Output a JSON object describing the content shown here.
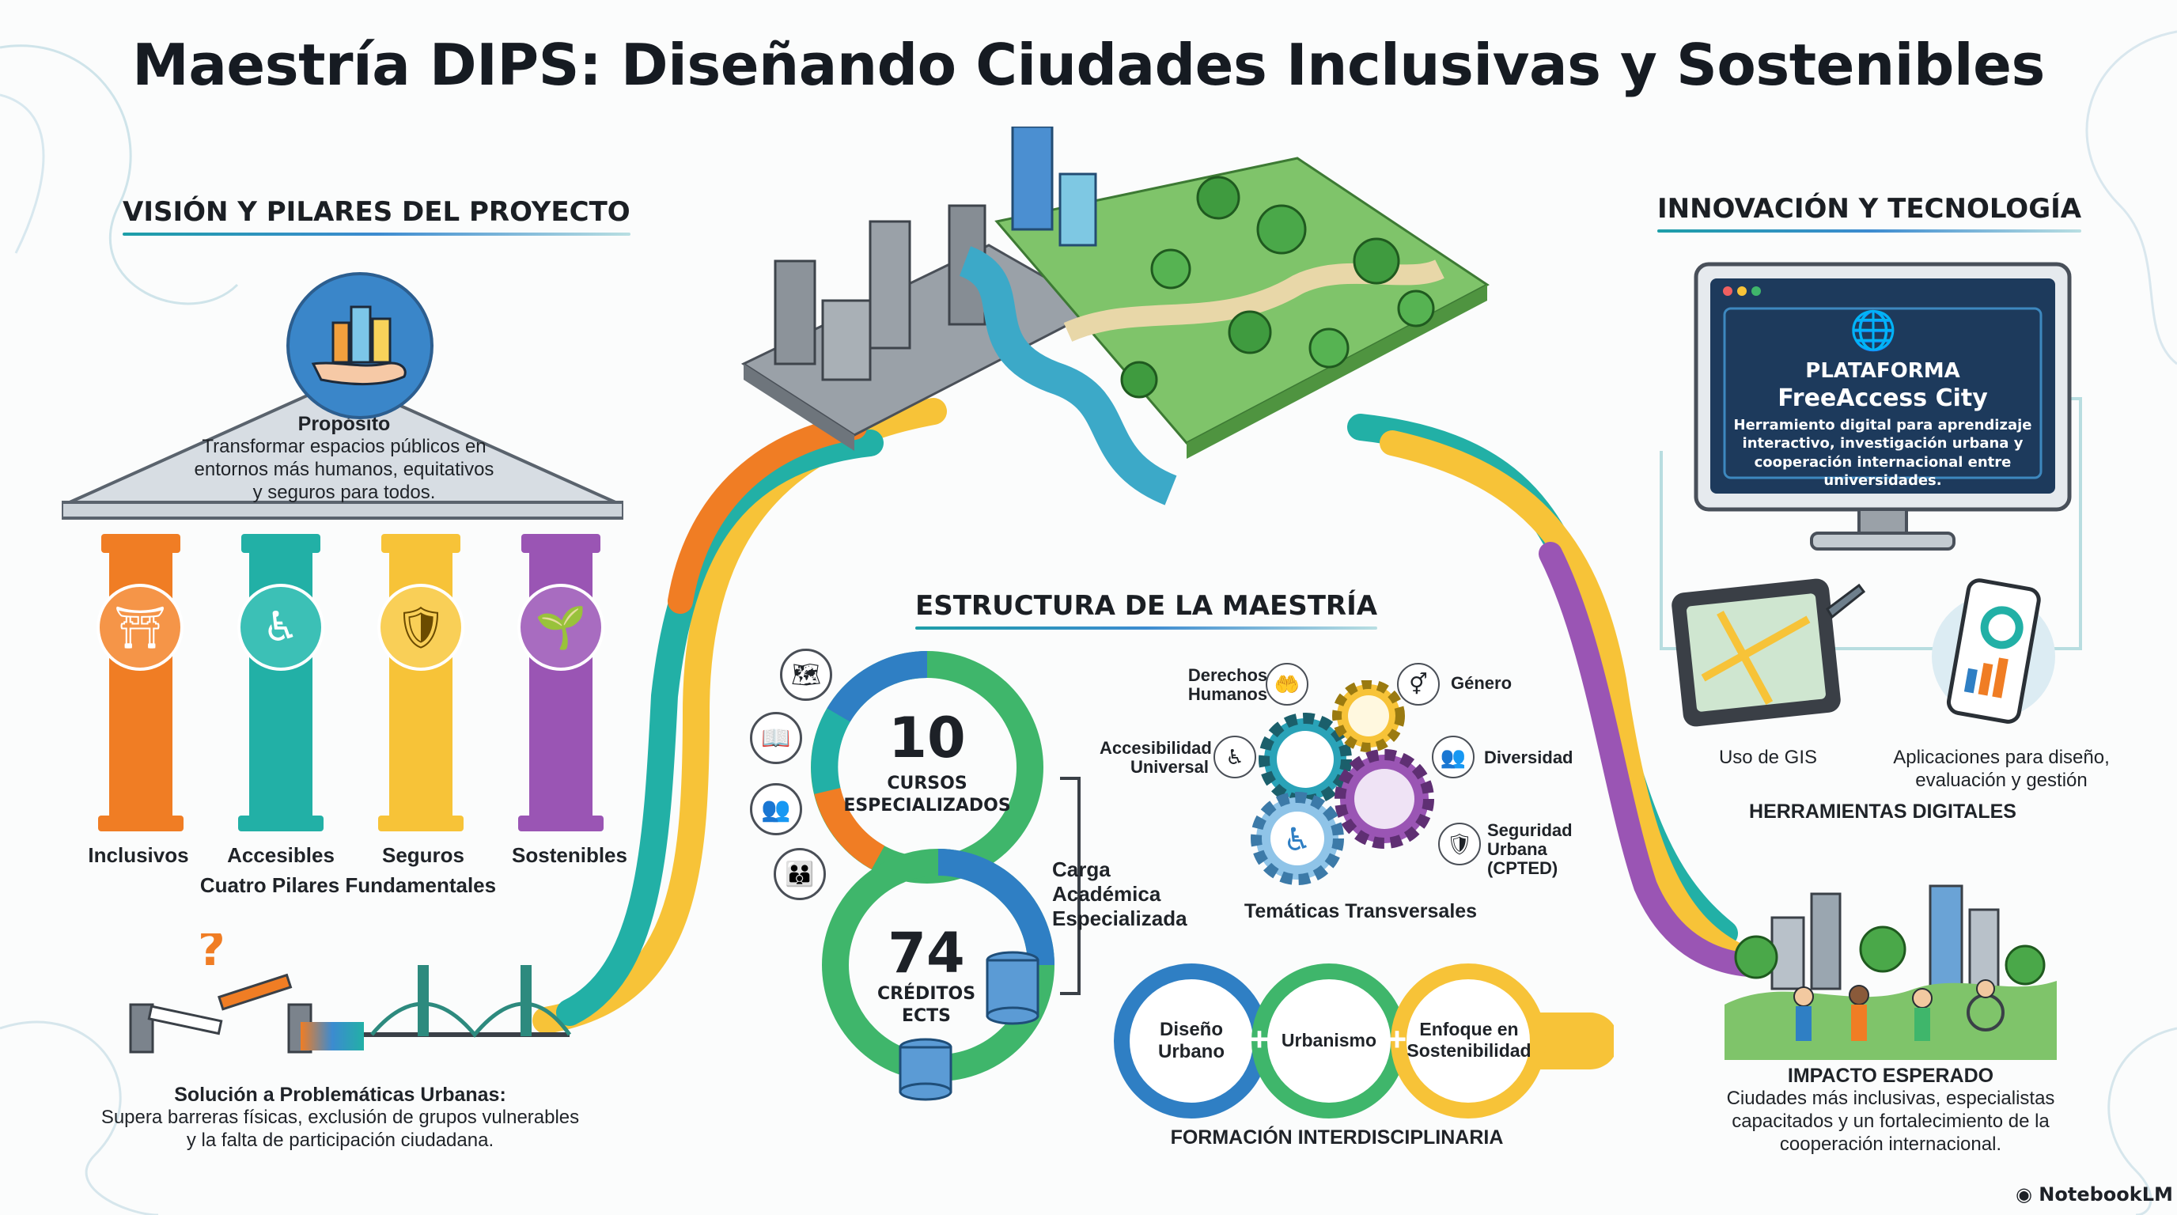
{
  "title": "Maestría DIPS: Diseñando Ciudades Inclusivas y Sostenibles",
  "vision": {
    "heading": "VISIÓN Y PILARES DEL PROYECTO",
    "purpose_title": "Propósito",
    "purpose_lines": [
      "Transformar espacios públicos en",
      "entornos más humanos, equitativos",
      "y seguros para todos."
    ],
    "pillars": [
      "Inclusivos",
      "Accesibles",
      "Seguros",
      "Sostenibles"
    ],
    "pillars_caption": "Cuatro Pilares Fundamentales",
    "solution_title": "Solución a Problemáticas Urbanas:",
    "solution_lines": [
      "Supera barreras físicas, exclusión de grupos vulnerables",
      "y la falta de participación ciudadana."
    ]
  },
  "structure": {
    "heading": "ESTRUCTURA DE LA MAESTRÍA",
    "courses_number": "10",
    "courses_label_1": "CURSOS",
    "courses_label_2": "ESPECIALIZADOS",
    "credits_number": "74",
    "credits_label_1": "CRÉDITOS",
    "credits_label_2": "ECTS",
    "workload_lines": [
      "Carga",
      "Académica",
      "Especializada"
    ],
    "themes": {
      "derechos": [
        "Derechos",
        "Humanos"
      ],
      "genero": "Género",
      "accesibilidad": [
        "Accesibilidad",
        "Universal"
      ],
      "diversidad": "Diversidad",
      "seguridad": [
        "Seguridad",
        "Urbana",
        "(CPTED)"
      ],
      "caption": "Temáticas Transversales"
    },
    "disciplines": {
      "diseno": [
        "Diseño",
        "Urbano"
      ],
      "urbanismo": "Urbanismo",
      "sostenibilidad": [
        "Enfoque en",
        "Sostenibilidad"
      ],
      "caption": "FORMACIÓN INTERDISCIPLINARIA"
    }
  },
  "innovation": {
    "heading": "INNOVACIÓN Y TECNOLOGÍA",
    "platform_title_1": "PLATAFORMA",
    "platform_title_2": "FreeAccess City",
    "platform_desc_lines": [
      "Herramiento digital para aprendizaje",
      "interactivo, investigación urbana y",
      "cooperación internacional entre",
      "universidades."
    ],
    "gis_label": "Uso de GIS",
    "apps_lines": [
      "Aplicaciones para diseño,",
      "evaluación y gestión"
    ],
    "tools_caption": "HERRAMIENTAS DIGITALES",
    "impact_title": "IMPACTO ESPERADO",
    "impact_lines": [
      "Ciudades más inclusivas, especialistas",
      "capacitados y un fortalecimiento de la",
      "cooperación internacional."
    ]
  },
  "brand": "NotebookLM",
  "colors": {
    "orange": "#f07d24",
    "teal": "#22b0a6",
    "yellow": "#f7c338",
    "purple": "#9a55b4",
    "blue": "#2f7fc4",
    "green": "#3fb66b",
    "navy": "#1d3a5c"
  },
  "icons": {
    "purpose": "city-hand-icon",
    "pillar_1": "gate-icon",
    "pillar_2": "ramp-icon",
    "pillar_3": "shield-check-icon",
    "pillar_4": "plant-hand-icon",
    "globe": "globe-icon",
    "plus": "plus-icon"
  }
}
